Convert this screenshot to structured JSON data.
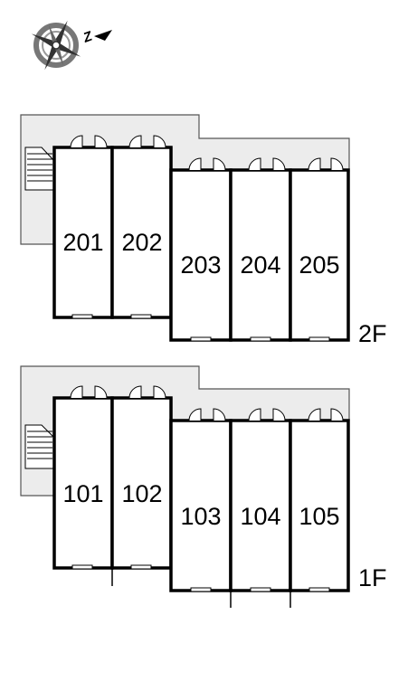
{
  "compass": {
    "icon": "compass-rose-icon",
    "north_label": "Z"
  },
  "floors": [
    {
      "label": "2F",
      "rooms": [
        "201",
        "202",
        "203",
        "204",
        "205"
      ]
    },
    {
      "label": "1F",
      "rooms": [
        "101",
        "102",
        "103",
        "104",
        "105"
      ]
    }
  ],
  "colors": {
    "walkway": "#ececec",
    "wall": "#000000",
    "outline": "#555555"
  }
}
